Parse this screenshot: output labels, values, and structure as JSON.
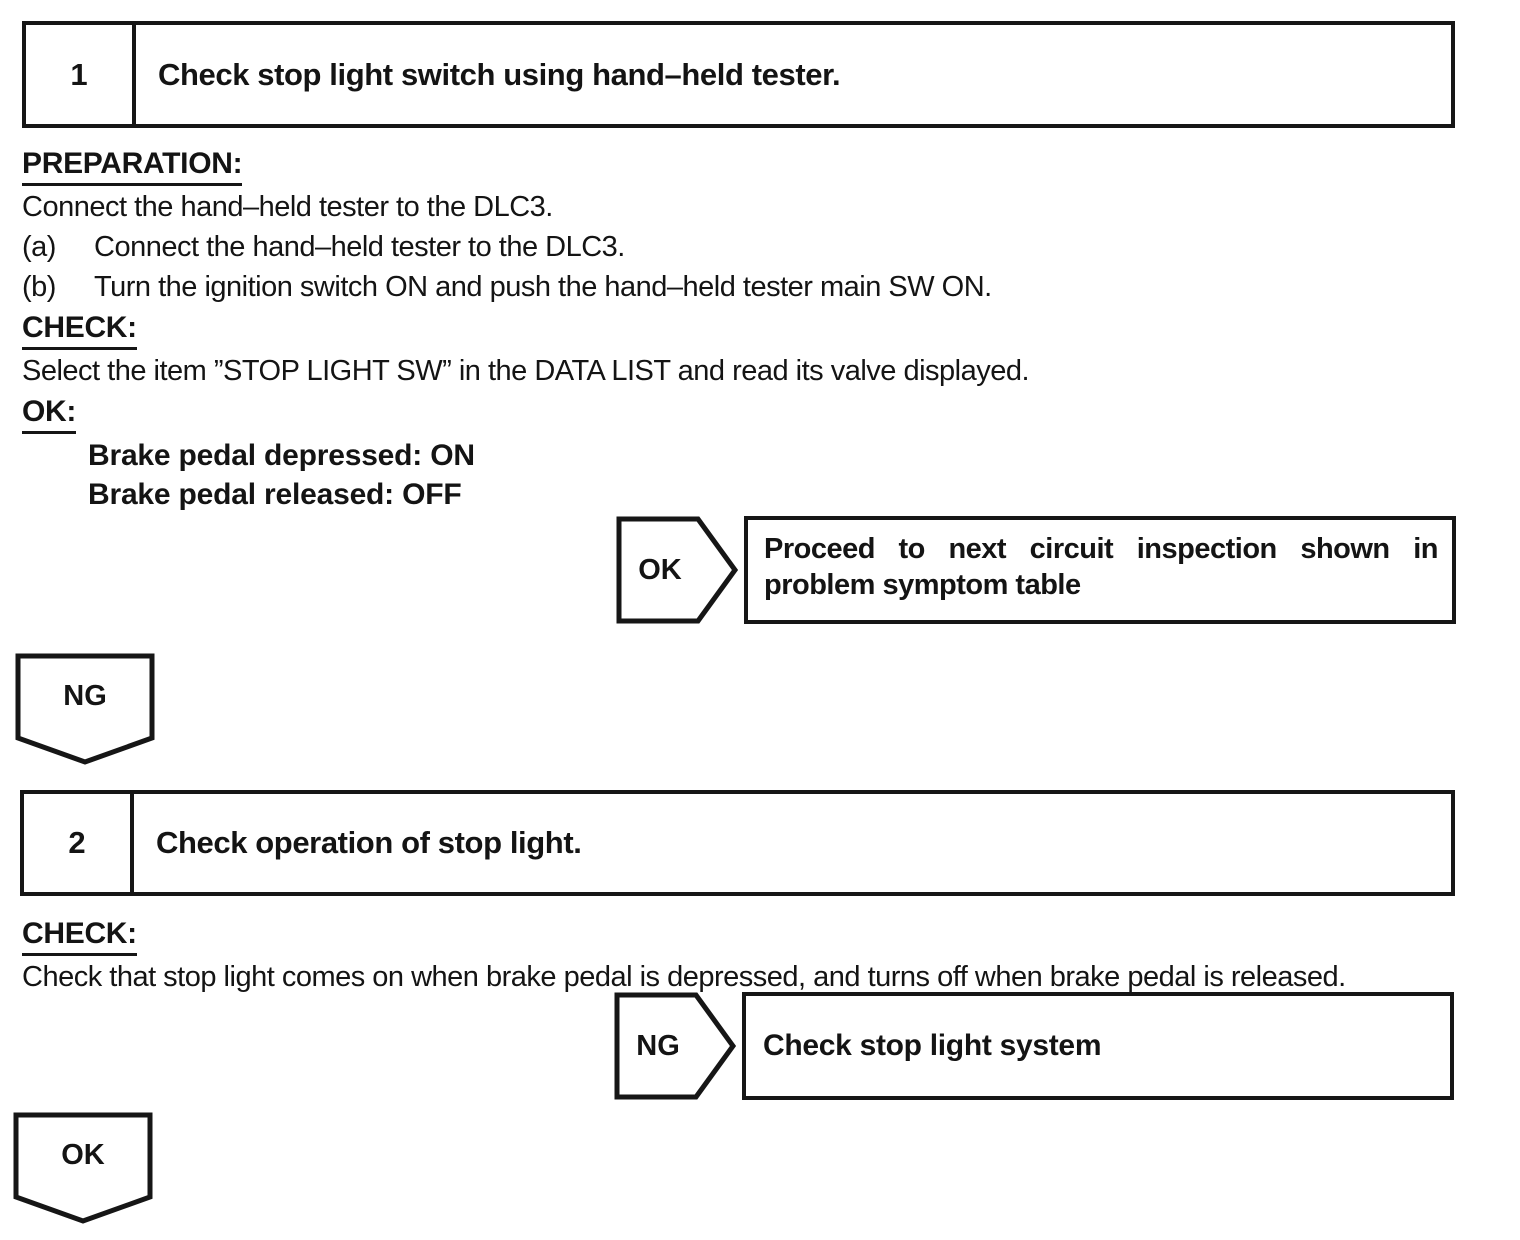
{
  "page": {
    "ink_color": "#161616",
    "background_color": "#ffffff"
  },
  "step1": {
    "number": "1",
    "title": "Check stop light switch using hand–held tester.",
    "preparation_label": "PREPARATION:",
    "preparation_text": "Connect the hand–held tester to the DLC3.",
    "substeps": [
      {
        "label": "(a)",
        "text": "Connect the hand–held tester to the DLC3."
      },
      {
        "label": "(b)",
        "text": "Turn the ignition switch ON and push the hand–held tester main SW ON."
      }
    ],
    "check_label": "CHECK:",
    "check_text": "Select the item ”STOP LIGHT SW” in the DATA LIST and read its valve displayed.",
    "ok_label": "OK:",
    "ok_conditions": [
      "Brake pedal depressed: ON",
      "Brake pedal released: OFF"
    ],
    "ok_branch": {
      "badge": "OK",
      "action": "Proceed to next circuit inspection shown in problem symptom table"
    },
    "ng_connector": {
      "badge": "NG"
    }
  },
  "step2": {
    "number": "2",
    "title": "Check operation of stop light.",
    "check_label": "CHECK:",
    "check_text": "Check that stop light comes on when brake pedal is depressed, and turns off when brake pedal is released.",
    "ng_branch": {
      "badge": "NG",
      "action": "Check stop light system"
    },
    "ok_connector": {
      "badge": "OK"
    }
  }
}
